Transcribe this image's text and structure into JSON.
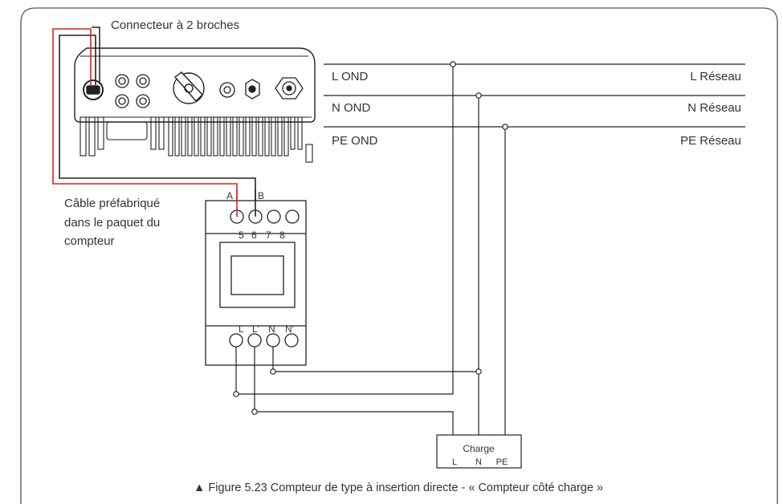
{
  "labels": {
    "connector": "Connecteur à 2 broches",
    "cable_line1": "Câble préfabriqué",
    "cable_line2": "dans le paquet du",
    "cable_line3": "compteur",
    "l_ond": "L OND",
    "n_ond": "N OND",
    "pe_ond": "PE OND",
    "l_reseau": "L Réseau",
    "n_reseau": "N Réseau",
    "pe_reseau": "PE Réseau",
    "term_a": "A",
    "term_b": "B",
    "pin5": "5",
    "pin6": "6",
    "pin7": "7",
    "pin8": "8",
    "meter_l": "L",
    "meter_l2": "L'",
    "meter_n": "N",
    "meter_n2": "N'",
    "charge_title": "Charge",
    "charge_l": "L",
    "charge_n": "N",
    "charge_pe": "PE"
  },
  "caption": "▲ Figure 5.23 Compteur de type à insertion directe - « Compteur côté charge »",
  "colors": {
    "line": "#222222",
    "red_wire": "#e02020",
    "text": "#333333",
    "frame": "#555555"
  }
}
